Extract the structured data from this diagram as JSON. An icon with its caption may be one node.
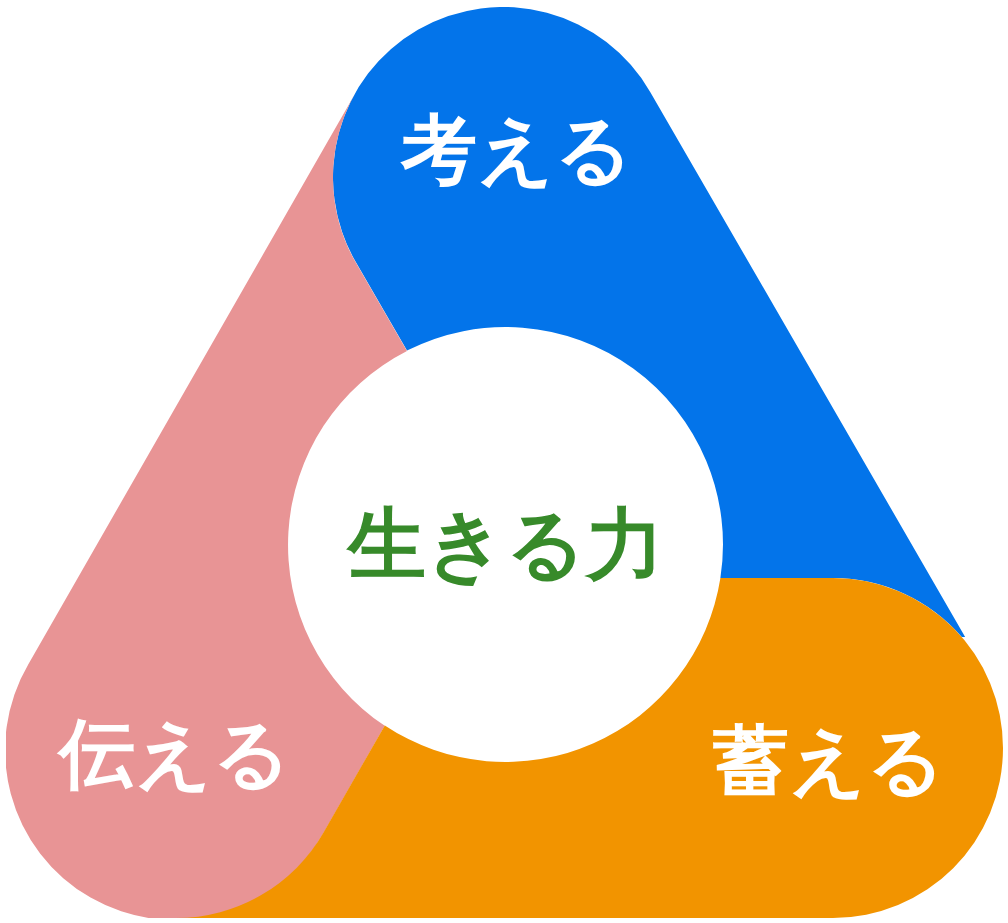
{
  "diagram": {
    "nodes": [
      {
        "text": [
          "考える"
        ]
      },
      {
        "text": [
          "生きる力"
        ]
      },
      {
        "text": [
          "伝える"
        ]
      },
      {
        "text": [
          "蓄える"
        ]
      }
    ]
  }
}
